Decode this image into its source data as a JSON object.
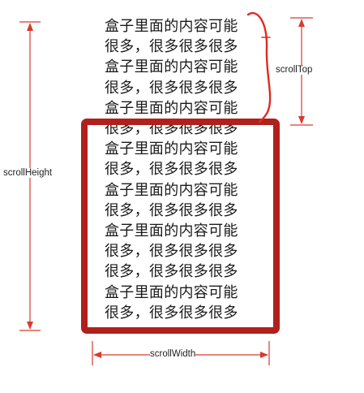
{
  "content": {
    "lines": [
      "盒子里面的内容可能",
      "很多，很多很多很多",
      "盒子里面的内容可能",
      "很多，很多很多很多",
      "盒子里面的内容可能",
      "很多，很多很多很多",
      "盒子里面的内容可能",
      "很多，很多很多很多",
      "盒子里面的内容可能",
      "很多，很多很多很多",
      "盒子里面的内容可能",
      "很多，很多很多很多",
      "很多，很多很多很多",
      "盒子里面的内容可能",
      "很多，很多很多很多"
    ]
  },
  "labels": {
    "scroll_top": "scrollTop",
    "scroll_height": "scrollHeight",
    "scroll_width": "scrollWidth"
  },
  "colors": {
    "box_border": "#b0201c",
    "arrow": "#d93a2e",
    "curve": "#e02a22"
  }
}
